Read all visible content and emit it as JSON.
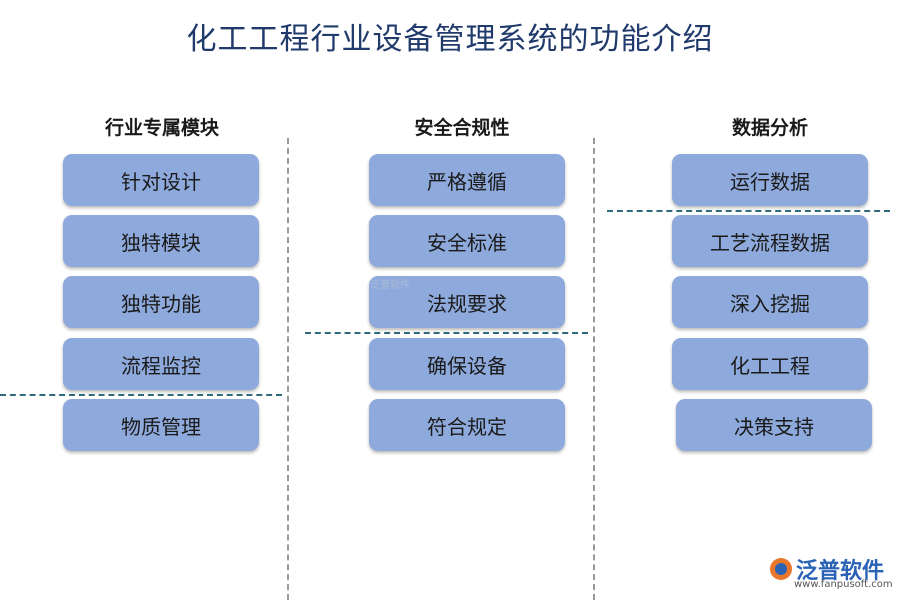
{
  "title": "化工工程行业设备管理系统的功能介绍",
  "columns": [
    {
      "heading": "行业专属模块",
      "items": [
        "针对设计",
        "独特模块",
        "独特功能",
        "流程监控",
        "物质管理"
      ]
    },
    {
      "heading": "安全合规性",
      "items": [
        "严格遵循",
        "安全标准",
        "法规要求",
        "确保设备",
        "符合规定"
      ]
    },
    {
      "heading": "数据分析",
      "items": [
        "运行数据",
        "工艺流程数据",
        "深入挖掘",
        "化工工程",
        "决策支持"
      ]
    }
  ],
  "watermark": "泛普软件",
  "logo": {
    "name": "泛普软件",
    "url": "www.fanpusoft.com"
  },
  "colors": {
    "box": "#8ea9db",
    "title": "#1f3a6b",
    "dash": "#2e6b7a",
    "brand": "#2a63b5",
    "brand_accent": "#e8762b"
  }
}
